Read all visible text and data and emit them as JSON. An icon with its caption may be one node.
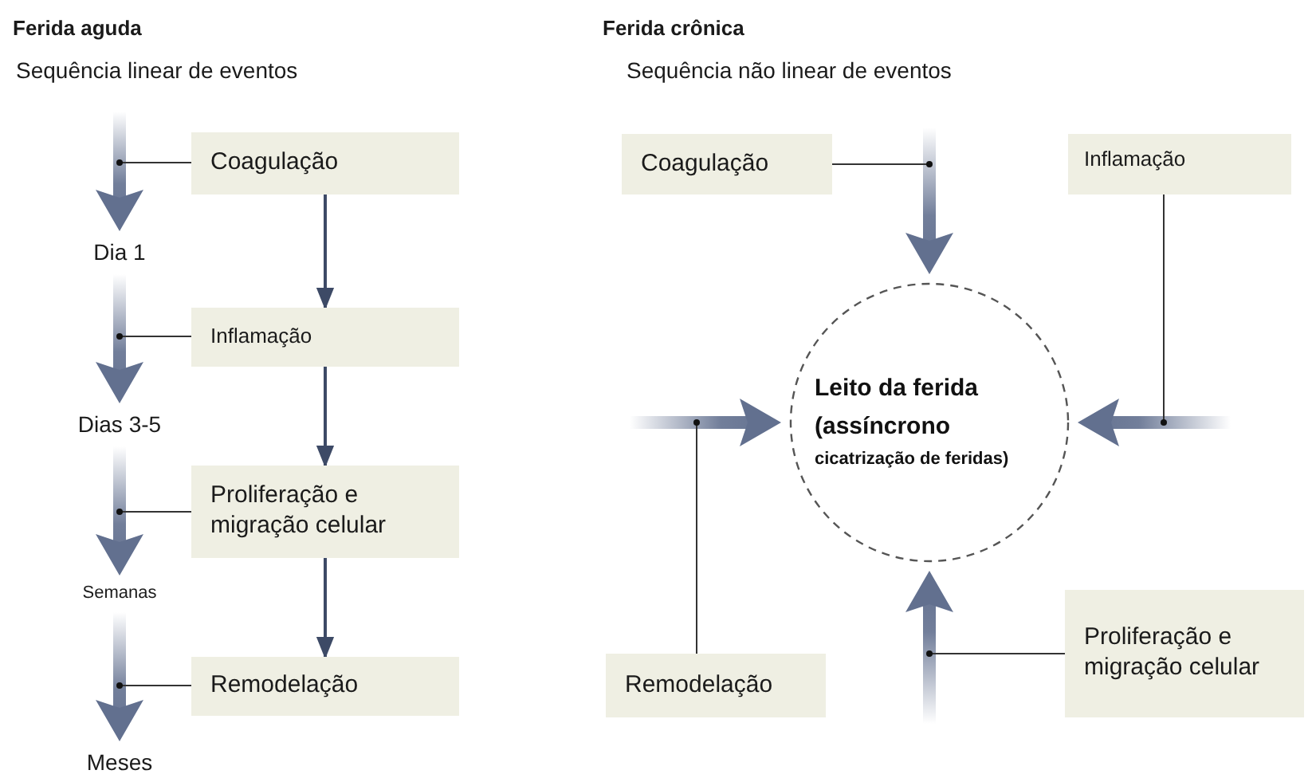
{
  "diagram": {
    "nodes": [
      {
        "text": [
          "Coagulação"
        ]
      },
      {
        "text": [
          "Inflamação"
        ]
      },
      {
        "text": [
          "Proliferação e migração celular"
        ]
      },
      {
        "text": [
          "Remodelação"
        ]
      },
      {
        "text": [
          "Dia 1"
        ]
      },
      {
        "text": [
          "Dias 3-5"
        ]
      },
      {
        "text": [
          "Semanas"
        ]
      },
      {
        "text": [
          "Meses"
        ]
      },
      {
        "text": [
          "Coagulação"
        ]
      },
      {
        "text": [
          "Inflamação"
        ]
      },
      {
        "text": [
          "Leito da ferida (assíncrono",
          "cicatrização de feridas)"
        ]
      },
      {
        "text": [
          "Remodelação"
        ]
      },
      {
        "text": [
          "Proliferação e migração celular"
        ]
      }
    ],
    "edges": [
      {
        "from": 0,
        "to": 1,
        "arrow": "to"
      },
      {
        "from": 1,
        "to": 2,
        "arrow": "to"
      },
      {
        "from": 2,
        "to": 3,
        "arrow": "to"
      },
      {
        "from": null,
        "to": 4,
        "arrow": "to",
        "style": "thick"
      },
      {
        "from": 4,
        "to": 5,
        "arrow": "to",
        "style": "thick"
      },
      {
        "from": 5,
        "to": 6,
        "arrow": "to",
        "style": "thick"
      },
      {
        "from": 6,
        "to": 7,
        "arrow": "to",
        "style": "thick"
      },
      {
        "from": 0,
        "to": null,
        "arrow": "other"
      },
      {
        "from": 1,
        "to": null,
        "arrow": "other"
      },
      {
        "from": 2,
        "to": null,
        "arrow": "other"
      },
      {
        "from": 3,
        "to": null,
        "arrow": "other"
      },
      {
        "from": null,
        "to": 10,
        "arrow": "to",
        "style": "thick"
      },
      {
        "from": null,
        "to": 10,
        "arrow": "to",
        "style": "thick"
      },
      {
        "from": null,
        "to": 10,
        "arrow": "to",
        "style": "thick"
      },
      {
        "from": null,
        "to": 10,
        "arrow": "to",
        "style": "thick"
      },
      {
        "from": 8,
        "to": null,
        "arrow": "other"
      },
      {
        "from": 9,
        "to": null,
        "arrow": "other"
      },
      {
        "from": 11,
        "to": null,
        "arrow": "other"
      },
      {
        "from": 12,
        "to": null,
        "arrow": "other"
      }
    ],
    "labels": [
      "Ferida aguda",
      "Sequência linear de eventos",
      "Ferida crônica",
      "Sequência não linear de eventos"
    ]
  }
}
